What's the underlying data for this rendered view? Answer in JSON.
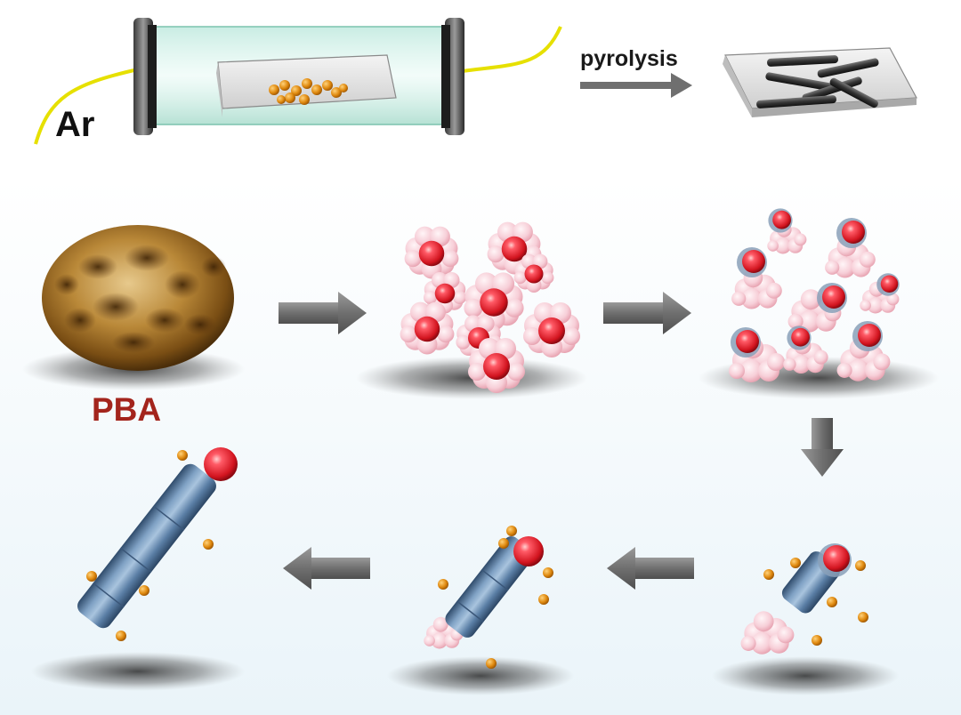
{
  "labels": {
    "gas": "Ar",
    "process": "pyrolysis",
    "precursor": "PBA"
  },
  "colors": {
    "gas_wire": "#e6e000",
    "pba_label": "#a3241c",
    "arrow": "#7d7d7d",
    "metal_core": "#e8303a",
    "carbon_cluster": "#f5c9d2",
    "nanotube": "#5d7fa4",
    "nanoparticle": "#d9850f",
    "background_top": "#ffffff",
    "background_bottom": "#eef6fb"
  },
  "icons": [
    "tube-furnace-icon",
    "boat-with-pellets-icon",
    "boat-with-rods-icon",
    "pba-particle-icon",
    "cluster-icon",
    "nanotube-icon",
    "arrow-icon"
  ]
}
